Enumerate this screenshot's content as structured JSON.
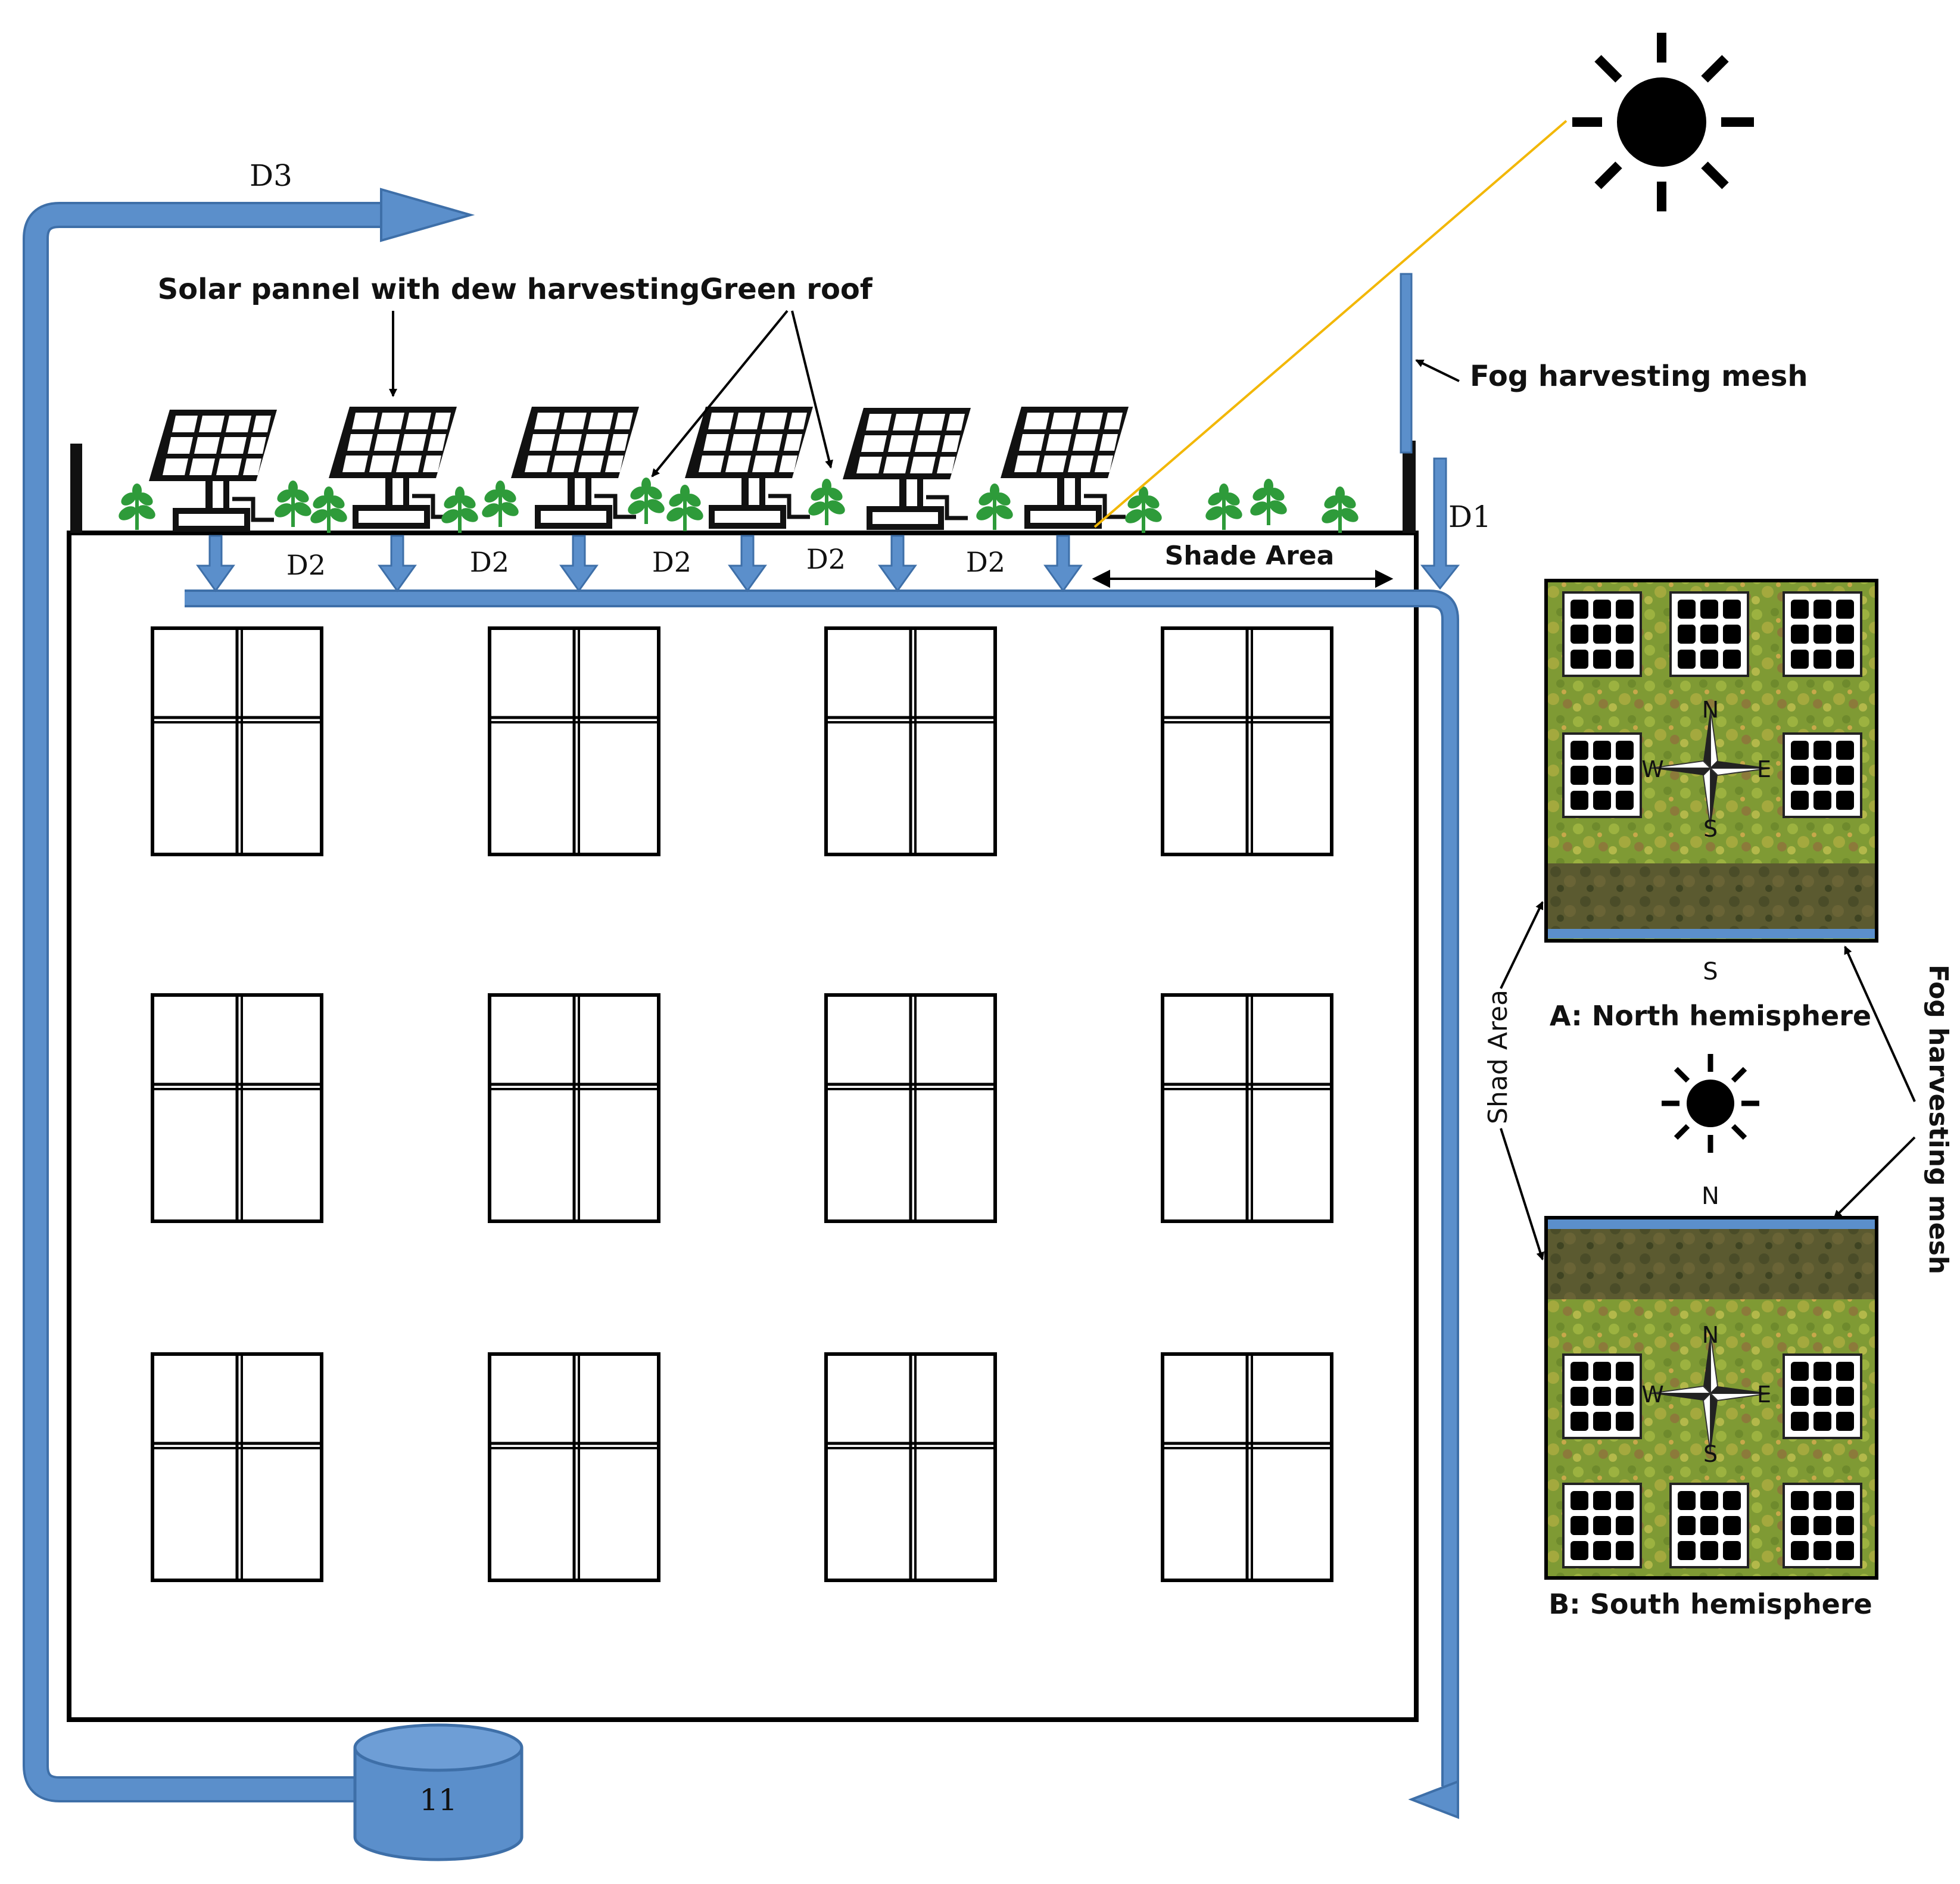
{
  "labels": {
    "solar_panel": "Solar pannel with dew harvesting",
    "green_roof": "Green roof",
    "fog_mesh": "Fog harvesting mesh",
    "shade_area": "Shade Area",
    "shad_area_side": "Shad Area",
    "fog_mesh_side": "Fog harvesting mesh",
    "north_hemisphere": "A: North hemisphere",
    "south_hemisphere": "B: South hemisphere",
    "d1": "D1",
    "d2": "D2",
    "d3": "D3",
    "tank": "11"
  },
  "compass": {
    "n": "N",
    "s": "S",
    "e": "E",
    "w": "W"
  },
  "colors": {
    "pipe": "#5b8fcb",
    "pipe_edge": "#3e6fa8",
    "sun_ray": "#f2b705",
    "vegetation": "#7f9a34",
    "plant": "#2e9b3a",
    "outline": "#000000"
  }
}
